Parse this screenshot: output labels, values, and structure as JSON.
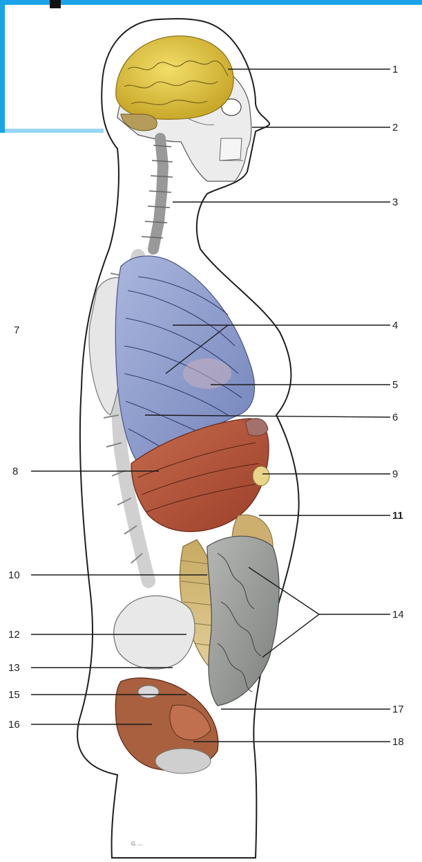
{
  "labels": {
    "l1": "1",
    "l2": "2",
    "l3": "3",
    "l4": "4",
    "l5": "5",
    "l6": "6",
    "l7": "7",
    "l8": "8",
    "l9": "9",
    "l10": "10",
    "l11": "11",
    "l12": "12",
    "l13": "13",
    "l14": "14",
    "l15": "15",
    "l16": "16",
    "l17": "17",
    "l18": "18"
  },
  "signature": "G. ...",
  "colors": {
    "frame_blue": "#1aa3e6",
    "brain": "#e8cf4a",
    "lung": "#8f9fcb",
    "liver": "#b5553c",
    "colon": "#d5c086",
    "intestine": "#9b9e9b",
    "pelvic_organs": "#a15a3a"
  }
}
